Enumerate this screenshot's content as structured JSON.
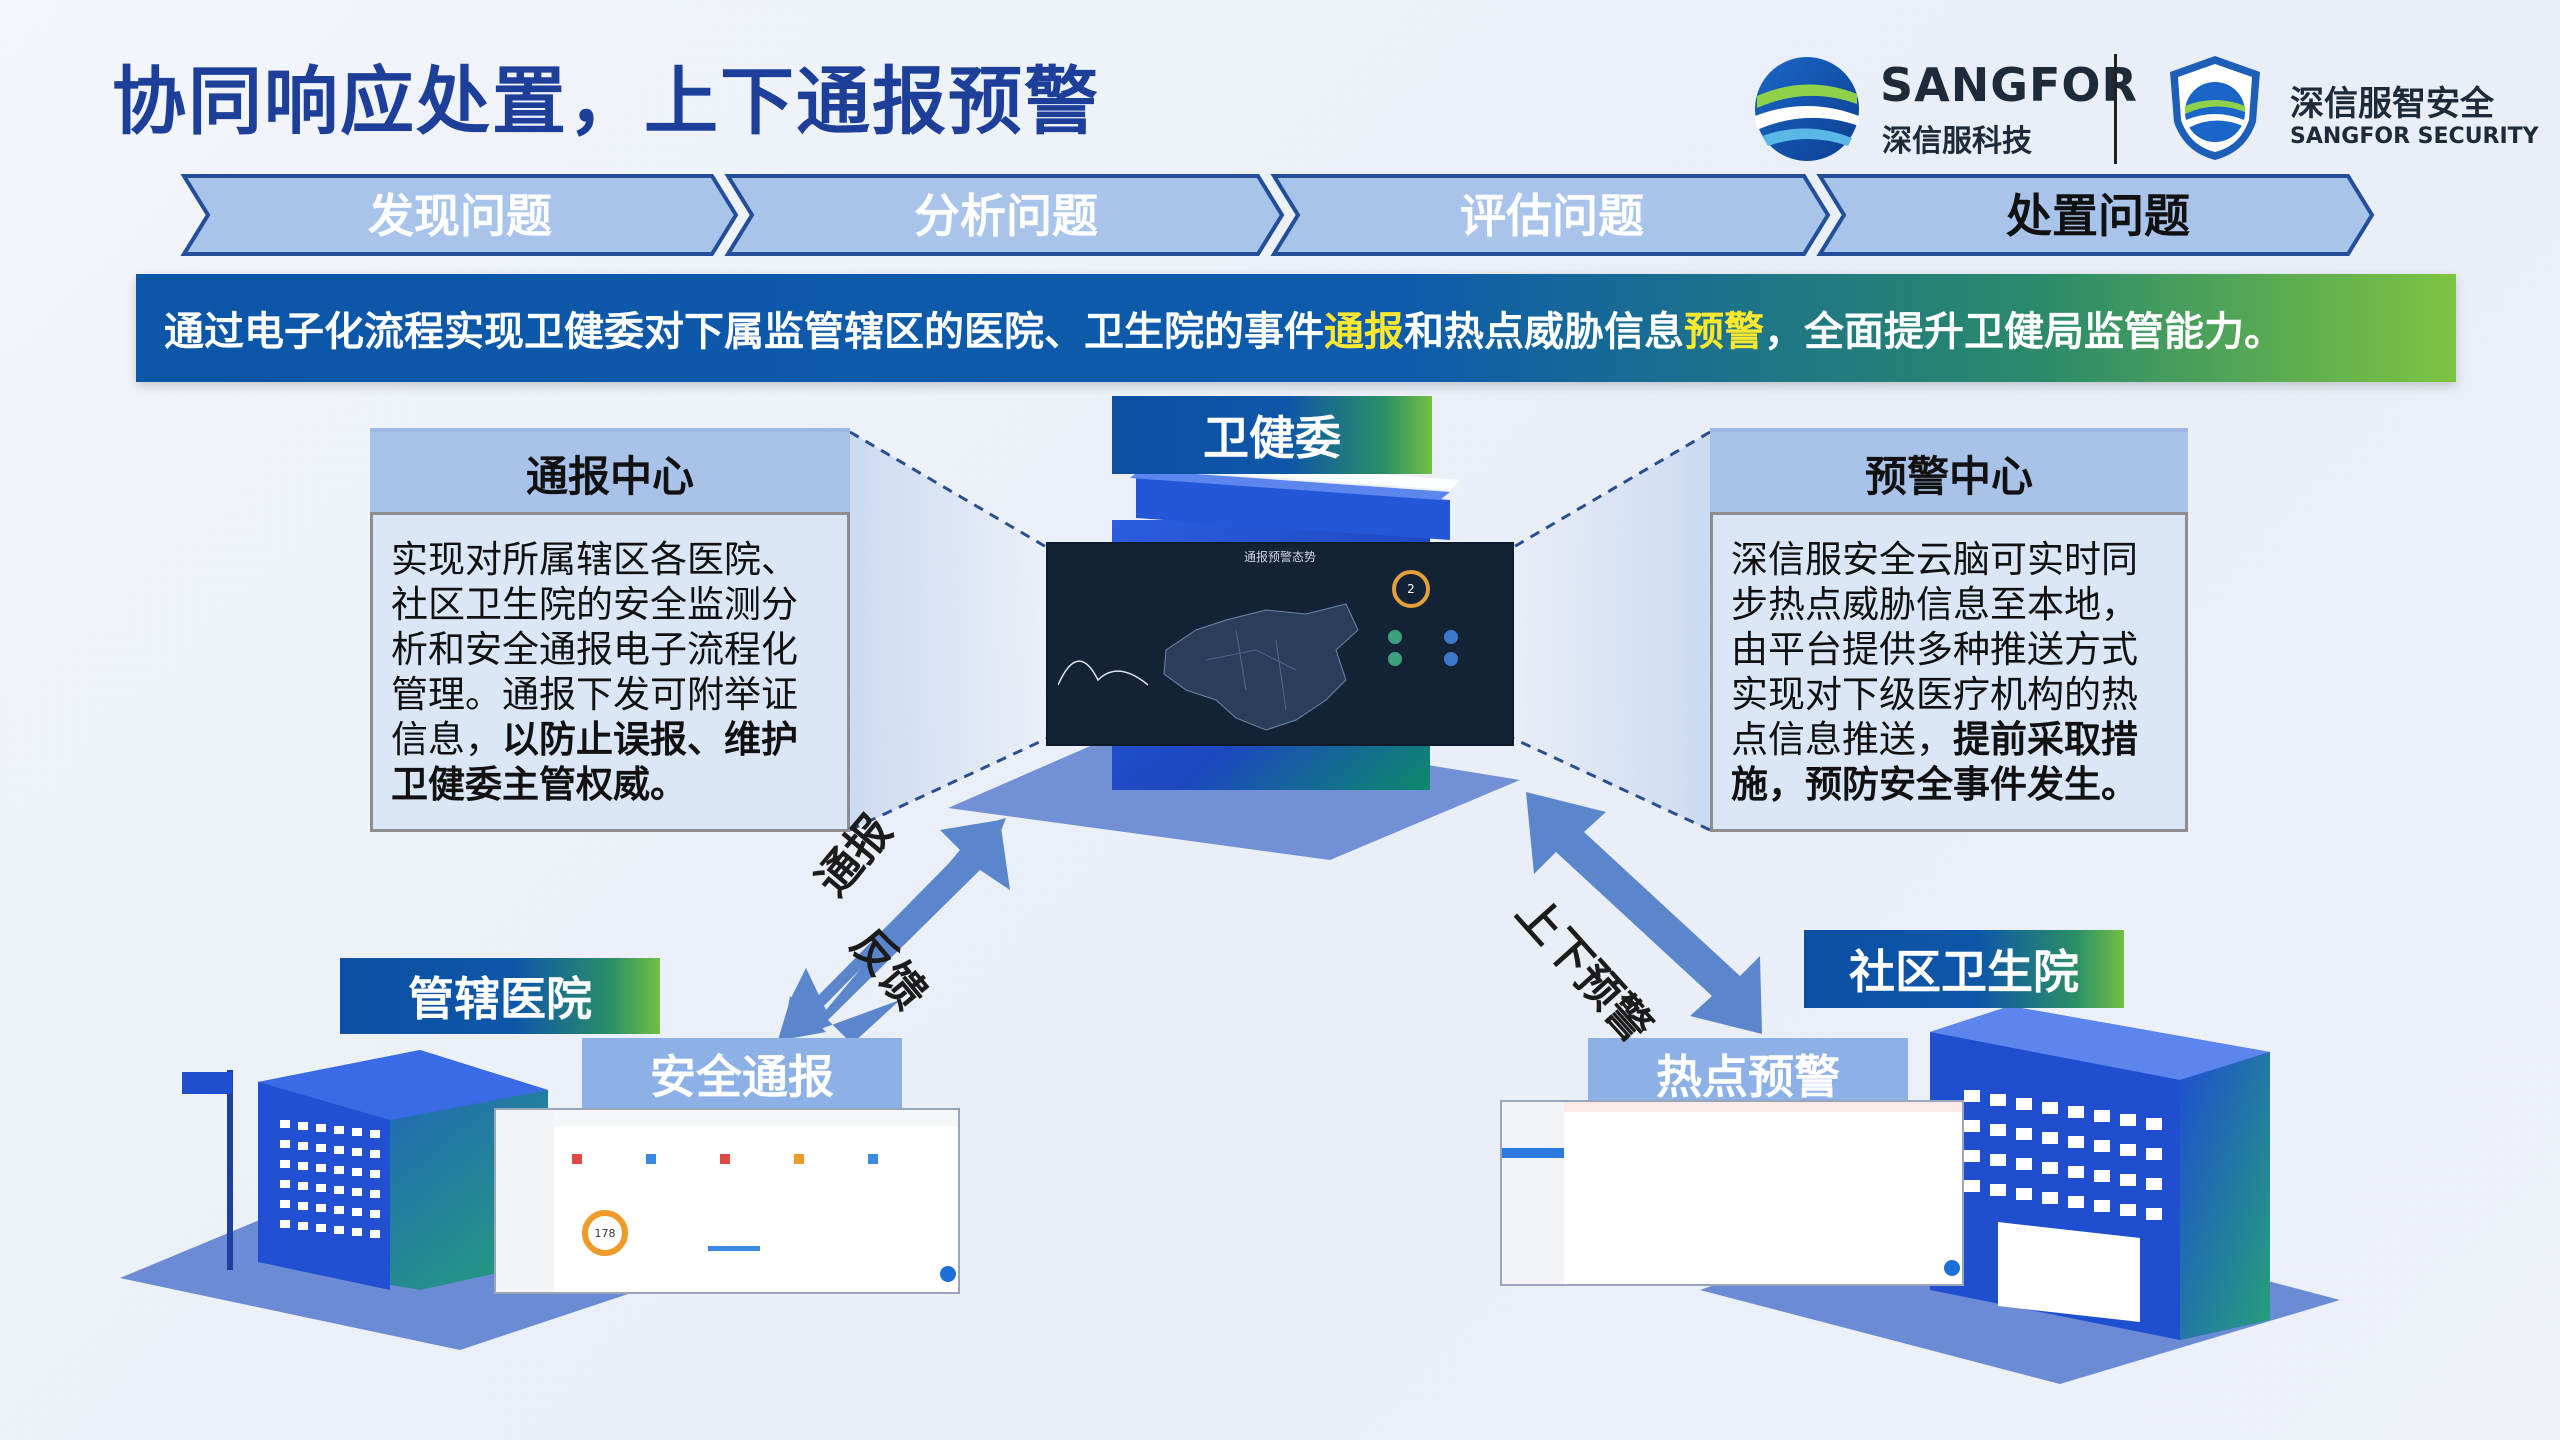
{
  "title": "协同响应处置，上下通报预警",
  "logos": {
    "sangfor_en": "SANGFOR",
    "sangfor_cn": "深信服科技",
    "security_cn": "深信服智安全",
    "security_en": "SANGFOR SECURITY"
  },
  "process_steps": [
    {
      "label": "发现问题",
      "active": false
    },
    {
      "label": "分析问题",
      "active": false
    },
    {
      "label": "评估问题",
      "active": false
    },
    {
      "label": "处置问题",
      "active": true
    }
  ],
  "banner": {
    "part1": "通过电子化流程实现卫健委对下属监管辖区的医院、卫生院的事件",
    "highlight1": "通报",
    "part2": "和热点威胁信息",
    "highlight2": "预警",
    "part3": "，全面提升卫健局监管能力。"
  },
  "left_panel": {
    "heading": "通报中心",
    "text": "实现对所属辖区各医院、社区卫生院的安全监测分析和安全通报电子流程化管理。通报下发可附举证信息，",
    "bold": "以防止误报、维护卫健委主管权威。"
  },
  "right_panel": {
    "heading": "预警中心",
    "text": "深信服安全云脑可实时同步热点威胁信息至本地，由平台提供多种推送方式实现对下级医疗机构的热点信息推送，",
    "bold": "提前采取措施，预防安全事件发生。"
  },
  "nodes": {
    "center": "卫健委",
    "left": "管辖医院",
    "left_sub": "安全通报",
    "right": "社区卫生院",
    "right_sub": "热点预警"
  },
  "arrows": {
    "left_up": "通报",
    "left_down": "反馈",
    "right": "上下预警"
  },
  "center_screen": {
    "title": "通报预警态势",
    "gauge_value": "2"
  },
  "left_screen": {
    "gauge_value": "178"
  },
  "colors": {
    "title": "#1d3f9a",
    "banner_start": "#0c56a8",
    "banner_end": "#7ec341",
    "highlight": "#fde830",
    "panel_head": "#a8c2ea",
    "panel_body": "#dbe6f7",
    "chevron": "#a9c4ea",
    "building": "#1f4fcf",
    "shadow": "#5d7fd0",
    "arrow": "#5b86cc"
  },
  "icons": [
    "sangfor-globe-icon",
    "sangfor-security-shield-icon",
    "flag-icon",
    "chat-bubble-icon"
  ]
}
